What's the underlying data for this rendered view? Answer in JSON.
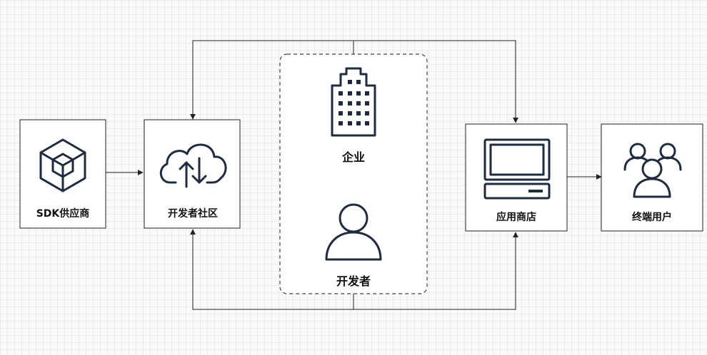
{
  "nodes": {
    "sdk_vendor": {
      "label": "SDK供应商",
      "icon": "cube-icon"
    },
    "dev_community": {
      "label": "开发者社区",
      "icon": "cloud-sync-icon"
    },
    "enterprise": {
      "label": "企业",
      "icon": "building-icon"
    },
    "developer": {
      "label": "开发者",
      "icon": "user-icon"
    },
    "app_store": {
      "label": "应用商店",
      "icon": "computer-icon"
    },
    "end_users": {
      "label": "终端用户",
      "icon": "users-icon"
    }
  },
  "colors": {
    "icon": "#1f2b3f",
    "line": "#222222",
    "grid": "#fafafa"
  }
}
